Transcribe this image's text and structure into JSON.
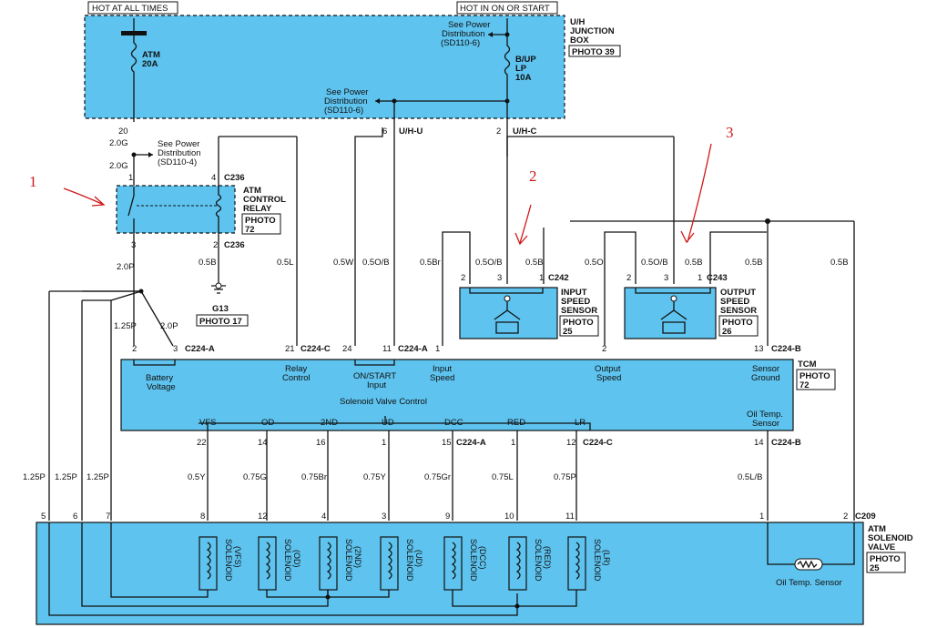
{
  "header": {
    "hot_all": "HOT AT ALL TIMES",
    "hot_on": "HOT IN ON OR START"
  },
  "junction": {
    "name1": "U/H",
    "name2": "JUNCTION",
    "name3": "BOX",
    "photo": "PHOTO 39",
    "fuse_atm": "ATM",
    "fuse_atm_amp": "20A",
    "fuse_bup1": "B/UP",
    "fuse_bup2": "LP",
    "fuse_bup_amp": "10A",
    "spd1_a": "See Power",
    "spd1_b": "Distribution",
    "spd1_c": "(SD110-6)",
    "spd2_a": "See Power",
    "spd2_b": "Distribution",
    "spd2_c": "(SD110-6)",
    "pin20": "20",
    "pin6": "6",
    "pin_uhu": "U/H-U",
    "pin2": "2",
    "pin_uhc": "U/H-C"
  },
  "relay": {
    "name1": "ATM",
    "name2": "CONTROL",
    "name3": "RELAY",
    "photo1": "PHOTO",
    "photo2": "72",
    "pin1": "1",
    "pin4": "4",
    "pin3": "3",
    "pin2": "2",
    "conn_top": "C236",
    "conn_bot": "C236",
    "see_a": "See Power",
    "see_b": "Distribution",
    "see_c": "(SD110-4)"
  },
  "wires": {
    "w20g_a": "2.0G",
    "w20g_b": "2.0G",
    "w20p": "2.0P",
    "w05b_r": "0.5B",
    "w05l": "0.5L",
    "w05w": "0.5W",
    "w05ob": "0.5O/B",
    "w05br": "0.5Br",
    "w125p": "1.25P",
    "w20p_b": "2.0P",
    "is_05ob": "0.5O/B",
    "is_05b": "0.5B",
    "w05o": "0.5O",
    "os_05ob": "0.5O/B",
    "os_05b": "0.5B",
    "w05b_1": "0.5B",
    "w05b_2": "0.5B",
    "l125_1": "1.25P",
    "l125_2": "1.25P",
    "l125_3": "1.25P",
    "s05y": "0.5Y",
    "s075g": "0.75G",
    "s075br": "0.75Br",
    "s075y": "0.75Y",
    "s075gr": "0.75Gr",
    "s075l": "0.75L",
    "s075p": "0.75P",
    "s05lb": "0.5L/B"
  },
  "ground": {
    "name": "G13",
    "photo": "PHOTO 17"
  },
  "input_sensor": {
    "name1": "INPUT",
    "name2": "SPEED",
    "name3": "SENSOR",
    "photo1": "PHOTO",
    "photo2": "25",
    "conn": "C242",
    "p2": "2",
    "p3": "3",
    "p1": "1"
  },
  "output_sensor": {
    "name1": "OUTPUT",
    "name2": "SPEED",
    "name3": "SENSOR",
    "photo1": "PHOTO",
    "photo2": "26",
    "conn": "C243",
    "p2": "2",
    "p3": "3",
    "p1": "1"
  },
  "tcm": {
    "name": "TCM",
    "photo1": "PHOTO",
    "photo2": "72",
    "p2": "2",
    "p3": "3",
    "c224a": "C224-A",
    "p21": "21",
    "c224c": "C224-C",
    "p24": "24",
    "p11": "11",
    "c224a2": "C224-A",
    "p1": "1",
    "p2b": "2",
    "p13": "13",
    "c224b": "C224-B",
    "batt1": "Battery",
    "batt2": "Voltage",
    "relay1": "Relay",
    "relay2": "Control",
    "on1": "ON/START",
    "on2": "Input",
    "in1": "Input",
    "in2": "Speed",
    "out1": "Output",
    "out2": "Speed",
    "sg1": "Sensor",
    "sg2": "Ground",
    "svc": "Solenoid Valve Control",
    "ot1": "Oil Temp.",
    "ot2": "Sensor",
    "vfs": "VFS",
    "od": "OD",
    "snd": "2ND",
    "ud": "UD",
    "dcc": "DCC",
    "red": "RED",
    "lr": "LR",
    "b22": "22",
    "b14": "14",
    "b16": "16",
    "b1": "1",
    "b15": "15",
    "bc224a": "C224-A",
    "b1b": "1",
    "b12": "12",
    "bc224c": "C224-C",
    "b14b": "14",
    "bc224b": "C224-B"
  },
  "solenoid": {
    "name1": "ATM",
    "name2": "SOLENOID",
    "name3": "VALVE",
    "photo1": "PHOTO",
    "photo2": "25",
    "conn": "C209",
    "p5": "5",
    "p6": "6",
    "p7": "7",
    "p8": "8",
    "p12": "12",
    "p4": "4",
    "p3": "3",
    "p9": "9",
    "p10": "10",
    "p11": "11",
    "p1": "1",
    "p2": "2",
    "oil": "Oil Temp. Sensor",
    "s_vfs": "SOLENOID",
    "s_vfs2": "(VFS)",
    "s_od": "SOLENOID",
    "s_od2": "(OD)",
    "s_2nd": "SOLENOID",
    "s_2nd2": "(2ND)",
    "s_ud": "SOLENOID",
    "s_ud2": "(UD)",
    "s_dcc": "SOLENOID",
    "s_dcc2": "(DCC)",
    "s_red": "SOLENOID",
    "s_red2": "(RED)",
    "s_lr": "SOLENOID",
    "s_lr2": "(LR)"
  },
  "annotations": {
    "n1": "1",
    "n2": "2",
    "n3": "3"
  }
}
